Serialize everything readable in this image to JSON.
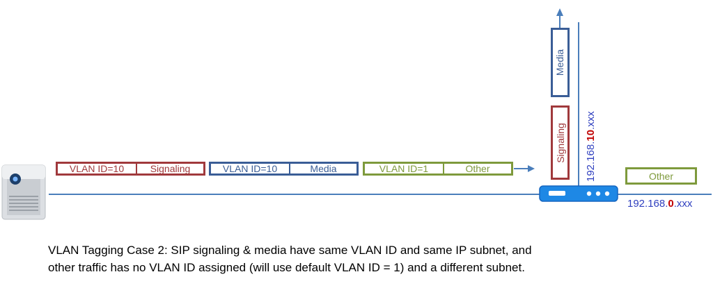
{
  "colors": {
    "signaling": "#a0393c",
    "media": "#3a5d96",
    "other": "#7e9a3c",
    "line": "#4a7ebb",
    "router": "#1e88e5",
    "ip_text": "#2f3fbf",
    "highlight": "#c00000"
  },
  "icons": {
    "phone": "phone-device-icon",
    "router": "router-icon"
  },
  "packets": [
    {
      "vlan": "VLAN ID=10",
      "type": "Signaling"
    },
    {
      "vlan": "VLAN ID=10",
      "type": "Media"
    },
    {
      "vlan": "VLAN ID=1",
      "type": "Other"
    }
  ],
  "vertical_boxes": {
    "media": "Media",
    "signaling": "Signaling"
  },
  "other_box": "Other",
  "subnet_vlan10": {
    "prefix": "192.168.",
    "octet": "10",
    "suffix": ".xxx"
  },
  "subnet_default": {
    "prefix": "192.168.",
    "octet": "0",
    "suffix": ".xxx"
  },
  "caption": {
    "line1": "VLAN Tagging Case 2: SIP signaling & media have same VLAN ID and same IP subnet, and",
    "line2": "other traffic has no VLAN ID assigned (will use default VLAN ID = 1) and a different subnet."
  }
}
